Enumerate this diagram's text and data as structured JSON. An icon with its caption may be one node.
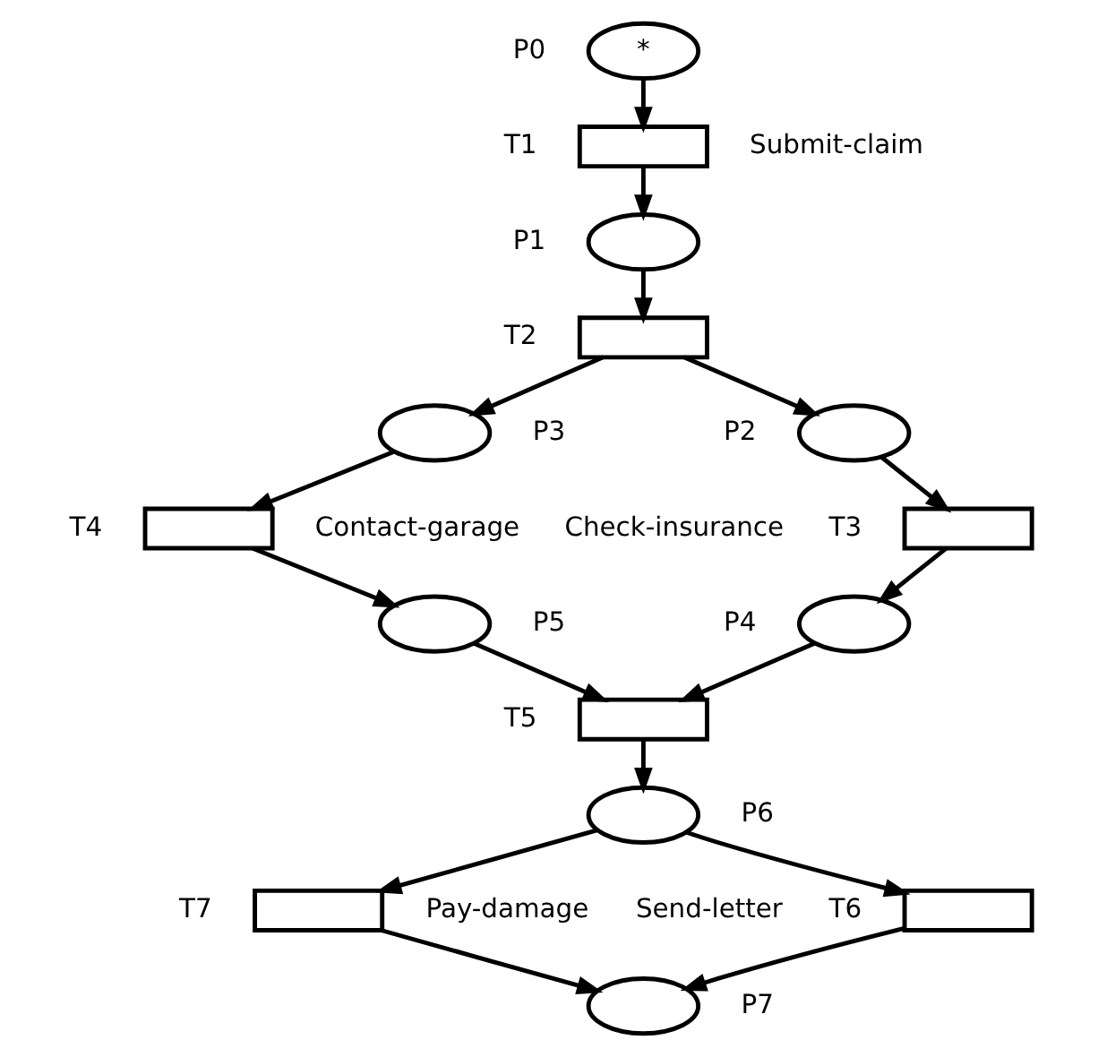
{
  "diagram": {
    "nodes": [
      {
        "text": [
          "*"
        ],
        "beside": [
          "P0"
        ]
      },
      {
        "text": [],
        "shape": "box",
        "beside": [
          "T1",
          "Submit-claim"
        ]
      },
      {
        "text": [],
        "shape": "ellipse",
        "beside": [
          "P1"
        ]
      },
      {
        "text": [],
        "shape": "box",
        "beside": [
          "T2"
        ]
      },
      {
        "text": [],
        "shape": "ellipse",
        "beside": [
          "P2"
        ]
      },
      {
        "text": [],
        "shape": "ellipse",
        "beside": [
          "P3"
        ]
      },
      {
        "text": [],
        "shape": "box",
        "beside": [
          "Check-insurance",
          "T3"
        ]
      },
      {
        "text": [],
        "shape": "box",
        "beside": [
          "T4",
          "Contact-garage"
        ]
      },
      {
        "text": [],
        "shape": "ellipse",
        "beside": [
          "P4"
        ]
      },
      {
        "text": [],
        "shape": "ellipse",
        "beside": [
          "P5"
        ]
      },
      {
        "text": [],
        "shape": "box",
        "beside": [
          "T5"
        ]
      },
      {
        "text": [],
        "shape": "ellipse",
        "beside": [
          "P6"
        ]
      },
      {
        "text": [],
        "shape": "box",
        "beside": [
          "Send-letter",
          "T6"
        ]
      },
      {
        "text": [],
        "shape": "box",
        "beside": [
          "T7",
          "Pay-damage"
        ]
      },
      {
        "text": [],
        "shape": "ellipse",
        "beside": [
          "P7"
        ]
      }
    ],
    "edges": [
      {
        "from": 0,
        "to": 1,
        "arrow": "to"
      },
      {
        "from": 1,
        "to": 2,
        "arrow": "to"
      },
      {
        "from": 2,
        "to": 3,
        "arrow": "to"
      },
      {
        "from": 3,
        "to": 4,
        "arrow": "to"
      },
      {
        "from": 3,
        "to": 5,
        "arrow": "to"
      },
      {
        "from": 4,
        "to": 6,
        "arrow": "to"
      },
      {
        "from": 5,
        "to": 7,
        "arrow": "to"
      },
      {
        "from": 6,
        "to": 8,
        "arrow": "to"
      },
      {
        "from": 7,
        "to": 9,
        "arrow": "to"
      },
      {
        "from": 8,
        "to": 10,
        "arrow": "to"
      },
      {
        "from": 9,
        "to": 10,
        "arrow": "to"
      },
      {
        "from": 10,
        "to": 11,
        "arrow": "to"
      },
      {
        "from": 11,
        "to": 12,
        "arrow": "to"
      },
      {
        "from": 11,
        "to": 13,
        "arrow": "to"
      },
      {
        "from": 12,
        "to": 14,
        "arrow": "to"
      },
      {
        "from": 13,
        "to": 14,
        "arrow": "to"
      }
    ]
  }
}
